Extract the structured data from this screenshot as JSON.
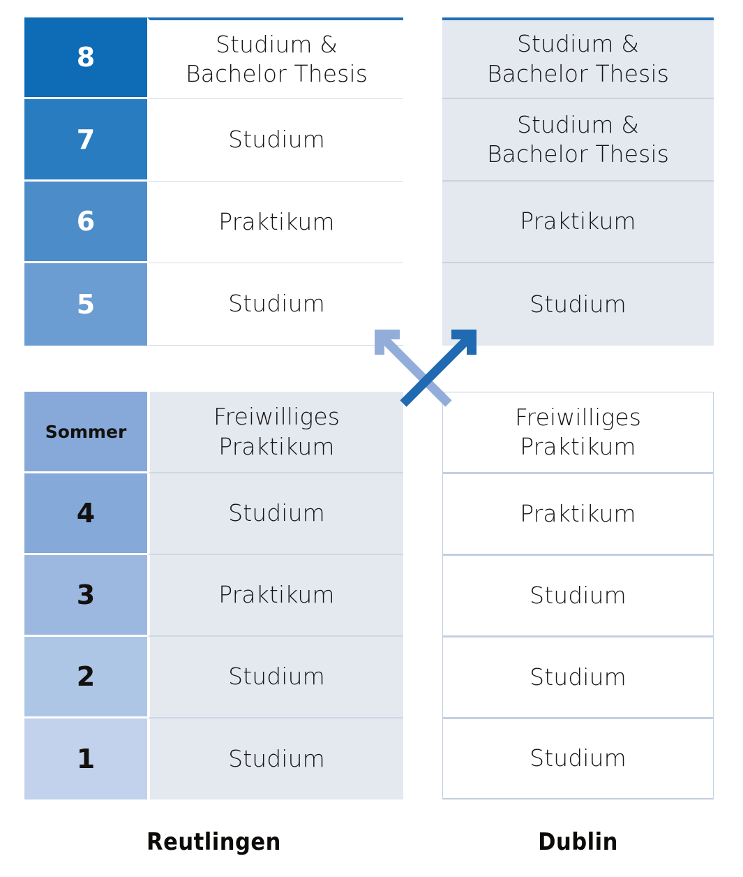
{
  "accent": {
    "top_rule": "#1f70b8",
    "arrow_dark": "#1f6ab0",
    "arrow_light": "#93adda",
    "panel_gray": "#e4e8ef",
    "border_light": "#c9d2e0"
  },
  "columns": {
    "left_label": "Reutlingen",
    "right_label": "Dublin"
  },
  "upper": {
    "rows": [
      {
        "num": "8",
        "num_bg": "#0d6cb5",
        "num_color": "light",
        "left": "Studium &\nBachelor Thesis",
        "right": "Studium &\nBachelor Thesis"
      },
      {
        "num": "7",
        "num_bg": "#2a7cc0",
        "num_color": "light",
        "left": "Studium",
        "right": "Studium &\nBachelor Thesis"
      },
      {
        "num": "6",
        "num_bg": "#4c8cc9",
        "num_color": "light",
        "left": "Praktikum",
        "right": "Praktikum"
      },
      {
        "num": "5",
        "num_bg": "#6b9dd2",
        "num_color": "light",
        "left": "Studium",
        "right": "Studium"
      }
    ]
  },
  "lower": {
    "rows": [
      {
        "num": "Sommer",
        "is_sommer": true,
        "num_bg": "#86a9d9",
        "num_color": "dark",
        "left": "Freiwilliges\nPraktikum",
        "right": "Freiwilliges\nPraktikum"
      },
      {
        "num": "4",
        "num_bg": "#85a9d9",
        "num_color": "dark",
        "left": "Studium",
        "right": "Praktikum"
      },
      {
        "num": "3",
        "num_bg": "#9cb8e0",
        "num_color": "dark",
        "left": "Praktikum",
        "right": "Studium"
      },
      {
        "num": "2",
        "num_bg": "#aec6e6",
        "num_color": "dark",
        "left": "Studium",
        "right": "Studium"
      },
      {
        "num": "1",
        "num_bg": "#c2d2ec",
        "num_color": "dark",
        "left": "Studium",
        "right": "Studium"
      }
    ]
  },
  "arrows": {
    "outbound_label": "arrow-reutlingen-to-dublin",
    "inbound_label": "arrow-dublin-to-reutlingen"
  }
}
